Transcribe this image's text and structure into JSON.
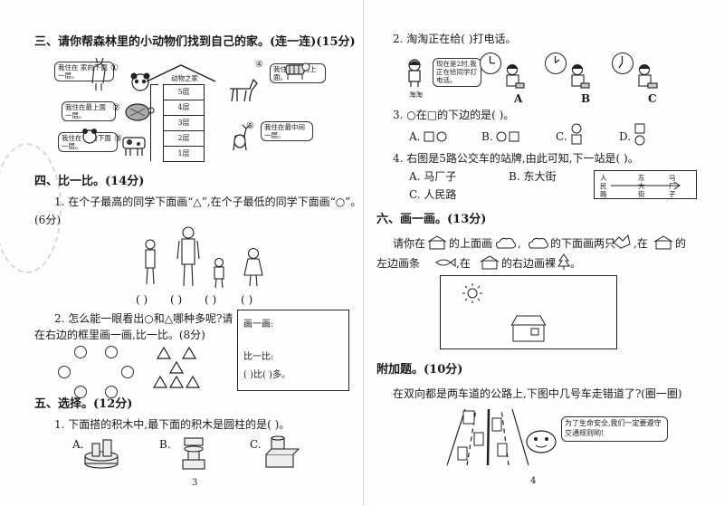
{
  "left": {
    "section3": {
      "title": "三、请你帮森林里的小动物们找到自己的家。(连一连)(15分)",
      "house_title": "动物之家",
      "floors": [
        "5层",
        "4层",
        "3层",
        "2层",
        "1层"
      ],
      "bubbles": [
        {
          "num": "①",
          "text": "我住在 家的下面一层。"
        },
        {
          "num": "②",
          "text": "我住在最上面一层。"
        },
        {
          "num": "③",
          "text": "我住在 家的下面一层。"
        },
        {
          "num": "④",
          "text": "我住在 家的上面。"
        },
        {
          "num": "⑤",
          "text": "我住在最中间一层。"
        }
      ]
    },
    "section4": {
      "title": "四、比一比。(14分)",
      "q1": "1. 在个子最高的同学下面画“△”,在个子最低的同学下面画“○”。",
      "q1_points": "(6分)",
      "answer_blanks": [
        "(  )",
        "(  )",
        "(  )",
        "(  )"
      ],
      "q2_line1": "2. 怎么能一眼看出○和△哪种多呢?请",
      "q2_line2": "在右边的框里画一画,比一比。(8分)",
      "box_draw": "画一画:",
      "box_compare": "比一比:",
      "box_blank1": "(     )比(     )多。"
    },
    "section5": {
      "title": "五、选择。(12分)",
      "q1": "1. 下面搭的积木中,最下面的积木是圆柱的是(    )。",
      "options": [
        "A.",
        "B.",
        "C."
      ]
    },
    "page_number": "3"
  },
  "right": {
    "q2": {
      "text": "2. 淘淘正在给(      )打电话。",
      "speech": "现在是2时,我正在给同学打电话。",
      "name": "淘淘",
      "options": [
        "A",
        "B",
        "C"
      ]
    },
    "q3": {
      "text": "3. ○在□的下边的是(    )。",
      "options": [
        "A.",
        "B.",
        "C.",
        "D."
      ]
    },
    "q4": {
      "text": "4. 右图是5路公交车的站牌,由此可知,下一站是(    )。",
      "options": [
        "A. 马厂子",
        "B. 东大街",
        "C. 人民路"
      ],
      "sign_stops": [
        "人民路",
        "东大街",
        "马厂子"
      ]
    },
    "section6": {
      "title": "六、画一画。(13分)",
      "line1_parts": [
        "请你在",
        "的上面画",
        ",",
        "的下面画两只",
        ",在",
        "的"
      ],
      "line2_parts": [
        "左边画条",
        ",在",
        "的右边画裸",
        "。"
      ]
    },
    "bonus": {
      "title": "附加题。(10分)",
      "question": "在双向都是两车道的公路上,下图中几号车走错道了?(圈一圈)",
      "speech": "为了生命安全,我们一定要遵守交通规则哟!"
    },
    "page_number": "4"
  }
}
